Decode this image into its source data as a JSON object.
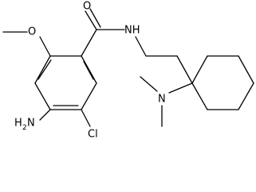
{
  "structure": {
    "atoms": {
      "carbonyl_oxygen": "O",
      "amide_nitrogen": "NH",
      "methoxy_oxygen": "O",
      "amine_nitrogen": "N",
      "amino_group": "H",
      "amino_subscript": "2",
      "amino_nitrogen": "N",
      "chlorine": "Cl"
    },
    "colors": {
      "ink": "#000000",
      "background": "#ffffff"
    }
  }
}
